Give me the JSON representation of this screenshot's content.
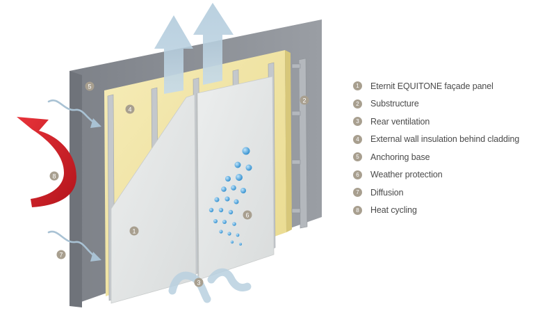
{
  "legend": [
    {
      "num": "1",
      "label": "Eternit EQUITONE façade panel"
    },
    {
      "num": "2",
      "label": "Substructure"
    },
    {
      "num": "3",
      "label": "Rear ventilation"
    },
    {
      "num": "4",
      "label": "External wall insulation behind cladding"
    },
    {
      "num": "5",
      "label": "Anchoring base"
    },
    {
      "num": "6",
      "label": "Weather protection"
    },
    {
      "num": "7",
      "label": "Diffusion"
    },
    {
      "num": "8",
      "label": "Heat cycling"
    }
  ],
  "markers": {
    "m1": "1",
    "m2": "2",
    "m3": "3",
    "m4": "4",
    "m5": "5",
    "m6": "6",
    "m7": "7",
    "m8": "8"
  },
  "colors": {
    "wall": "#8c9097",
    "insulation": "#f2e6a8",
    "panel": "#e6e8e8",
    "airflow": "#b8d0df",
    "heat": "#d51f26",
    "badge": "#a89f8f",
    "drops": "#4aa3dc"
  }
}
